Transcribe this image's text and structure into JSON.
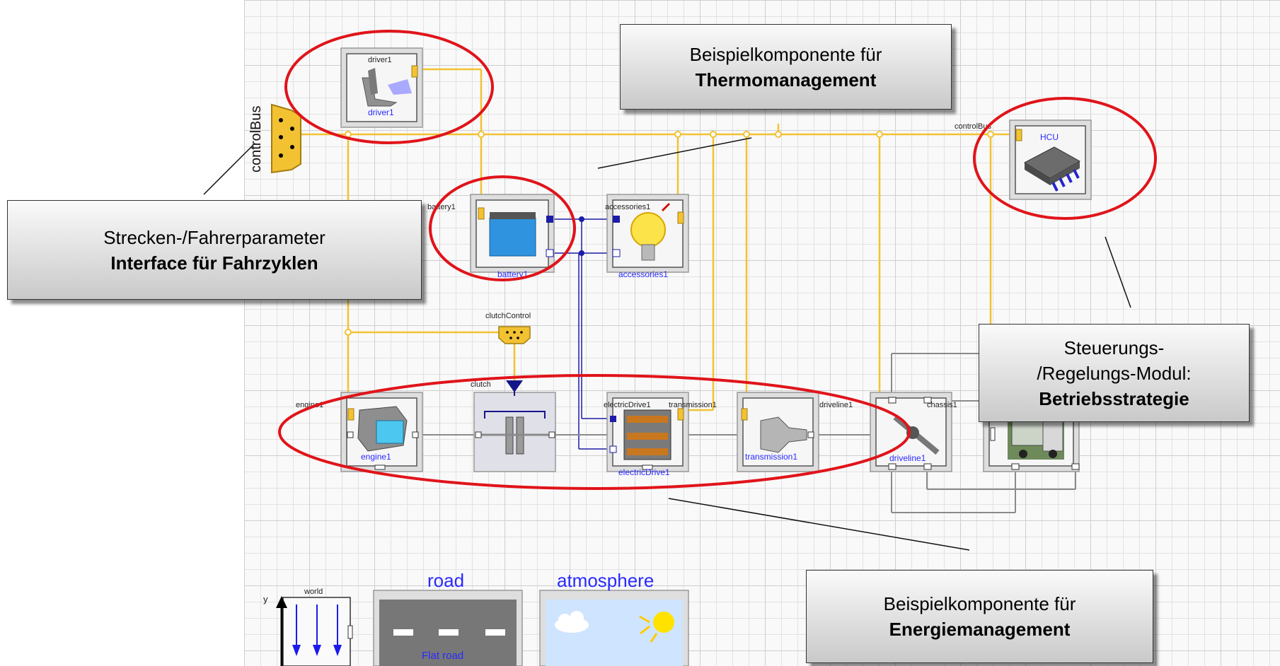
{
  "diagram": {
    "labels": {
      "control_bus_vertical": "controlBus",
      "control_bus_hcu": "controlBus",
      "driver_top": "driver1",
      "driver_bottom": "driver1",
      "battery_top": "battery1",
      "battery_bottom": "battery1",
      "accessories_top": "accessories1",
      "accessories_bottom": "accessories1",
      "hcu": "HCU",
      "clutch_control": "clutchControl",
      "clutch": "clutch",
      "engine_top": "engine1",
      "engine_bottom": "engine1",
      "electric_drive_top": "electricDrive1",
      "electric_drive_bottom": "electricDrive1",
      "transmission_top": "transmission1",
      "transmission_bottom": "transmission1",
      "driveline_top": "driveline1",
      "driveline_bottom": "driveline1",
      "chassis_top": "chassis1",
      "world": "world",
      "axis_y": "y",
      "road_title": "road",
      "road_caption": "Flat road",
      "atmosphere_title": "atmosphere"
    },
    "callouts": {
      "thermo": {
        "line1": "Beispielkomponente für",
        "line2": "Thermomanagement"
      },
      "strecke": {
        "line1": "Strecken-/Fahrerparameter",
        "line2": "Interface für Fahrzyklen"
      },
      "steuerung": {
        "line1": "Steuerungs-",
        "line2": "/Regelungs-Modul:",
        "line3": "Betriebsstrategie"
      },
      "energie": {
        "line1": "Beispielkomponente für",
        "line2": "Energiemanagement"
      }
    },
    "colors": {
      "bus": "#f2c233",
      "highlight": "#e0141a",
      "electric": "#1c1ca8",
      "mechanical": "#8a8a8a"
    }
  }
}
